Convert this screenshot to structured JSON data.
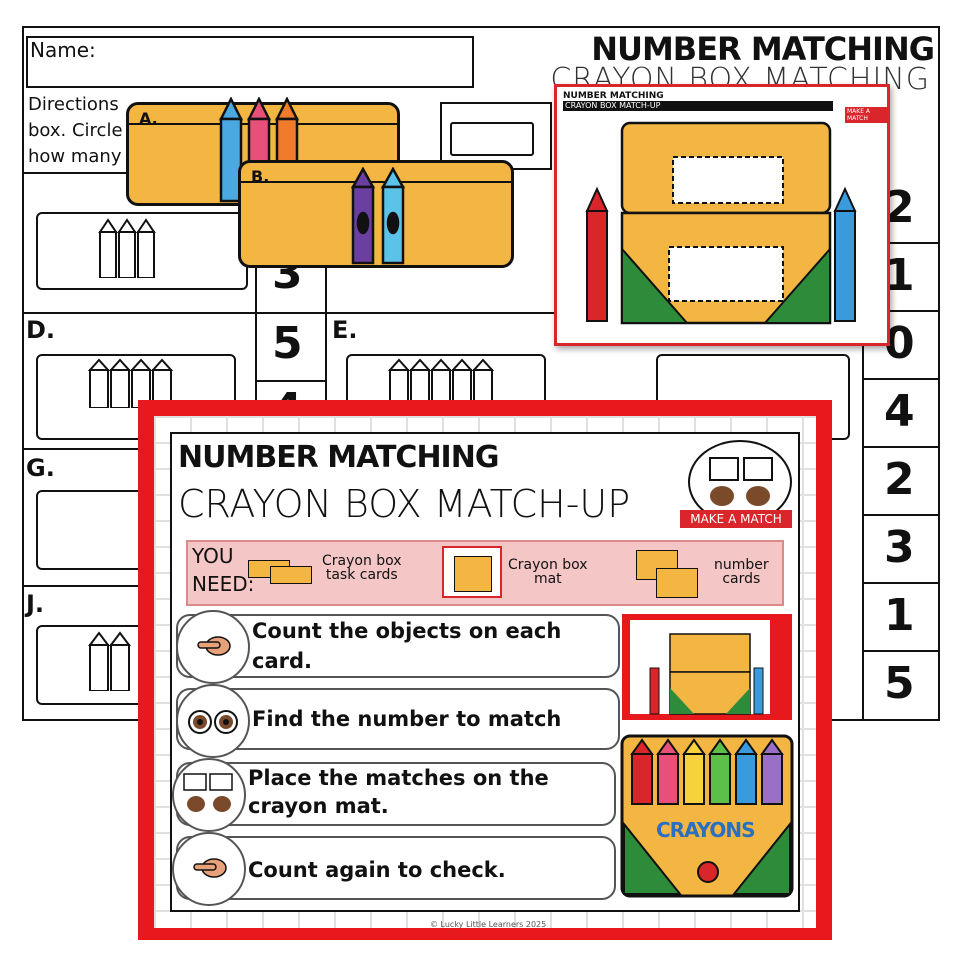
{
  "worksheet": {
    "name_label": "Name:",
    "directions_line1": "Directions",
    "directions_line2": "box. Circle",
    "directions_line3": "how many",
    "title_main": "NUMBER MATCHING",
    "title_sub": "CRAYON BOX MATCHING",
    "row_letters": [
      "D.",
      "E.",
      "G.",
      "J."
    ],
    "answer_numbers": [
      "2",
      "1",
      "0",
      "4",
      "2",
      "3",
      "1",
      "5"
    ],
    "mid_numbers": [
      "3",
      "5",
      "4"
    ]
  },
  "task_cards": {
    "card_a_letter": "A.",
    "card_b_letter": "B."
  },
  "preview_mat": {
    "title_line1": "NUMBER MATCHING",
    "title_line2": "CRAYON BOX MATCH-UP",
    "badge": "MAKE A MATCH"
  },
  "cover": {
    "title_main": "NUMBER MATCHING",
    "title_sub": "CRAYON BOX MATCH-UP",
    "badge": "MAKE A MATCH",
    "you_need_1": "YOU",
    "you_need_2": "NEED:",
    "needs": [
      {
        "line1": "Crayon box",
        "line2": "task cards"
      },
      {
        "line1": "Crayon box",
        "line2": "mat"
      },
      {
        "line1": "number",
        "line2": "cards"
      }
    ],
    "steps": [
      {
        "line1": "Count the objects on each",
        "line2": "card."
      },
      {
        "line1": "Find the number to match",
        "line2": ""
      },
      {
        "line1": "Place the matches on the",
        "line2": "crayon mat."
      },
      {
        "line1": "Count again to check.",
        "line2": ""
      }
    ],
    "crayons_label": "CRAYONS",
    "footer": "© Lucky Little Learners 2025"
  },
  "colors": {
    "frame_red": "#e8191d",
    "crayon_yellow": "#f3b642",
    "green": "#2e8b3a"
  }
}
